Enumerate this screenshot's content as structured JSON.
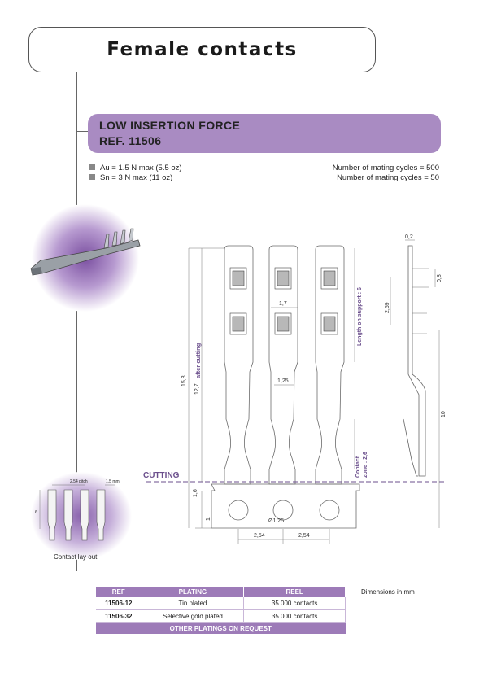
{
  "header": {
    "title": "Female contacts"
  },
  "band": {
    "line1": "LOW INSERTION FORCE",
    "line2": "REF. 11506"
  },
  "specs": [
    {
      "left": "Au = 1.5 N max (5.5 oz)",
      "right": "Number of mating cycles = 500"
    },
    {
      "left": "Sn = 3 N max (11 oz)",
      "right": "Number of mating cycles = 50"
    }
  ],
  "drawing": {
    "cutting_label": "CUTTING",
    "dims": {
      "d153": "15,3",
      "d127": "12,7",
      "after_cutting": "after cutting",
      "d17": "1,7",
      "d125": "1,25",
      "d16": "1,6",
      "d1": "1",
      "hole": "Ø1,25",
      "pitch1": "2,54",
      "pitch2": "2,54",
      "length_support": "Length on support : 6",
      "contact_zone_1": "Contact",
      "contact_zone_2": "zone : 2,6",
      "d02": "0,2",
      "d08": "0,8",
      "d259": "2,59",
      "d10": "10"
    }
  },
  "layout_inset": {
    "caption": "Contact lay out",
    "pitch": "2,54 pitch",
    "width": "1,5 mm",
    "height": "6"
  },
  "units_note": "Dimensions in mm",
  "table": {
    "headers": [
      "REF",
      "PLATING",
      "REEL"
    ],
    "rows": [
      [
        "11506-12",
        "Tin plated",
        "35 000 contacts"
      ],
      [
        "11506-32",
        "Selective gold plated",
        "35 000 contacts"
      ]
    ],
    "footer": "OTHER PLATINGS ON REQUEST"
  },
  "colors": {
    "accent": "#a98bc2",
    "table_header": "#9d7bb8",
    "text": "#222222"
  }
}
